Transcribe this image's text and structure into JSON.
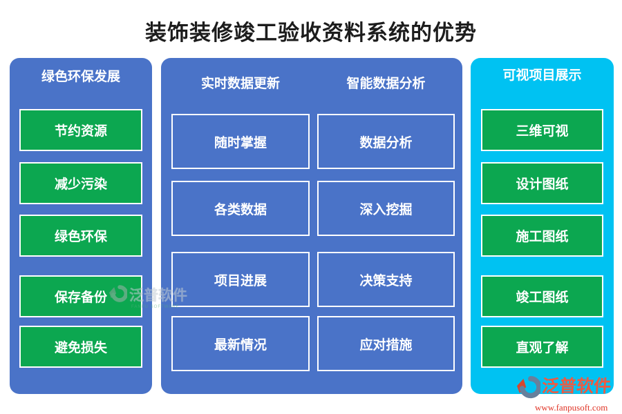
{
  "title": "装饰装修竣工验收资料系统的优势",
  "panels": {
    "left": {
      "header": "绿色环保发展",
      "items": [
        "节约资源",
        "减少污染",
        "绿色环保",
        "保存备份",
        "避免损失"
      ]
    },
    "middle": {
      "columns": [
        {
          "header": "实时数据更新",
          "items": [
            "随时掌握",
            "各类数据",
            "项目进展",
            "最新情况"
          ]
        },
        {
          "header": "智能数据分析",
          "items": [
            "数据分析",
            "深入挖掘",
            "决策支持",
            "应对措施"
          ]
        }
      ]
    },
    "right": {
      "header": "可视项目展示",
      "items": [
        "三维可视",
        "设计图纸",
        "施工图纸",
        "竣工图纸",
        "直观了解"
      ]
    }
  },
  "branding": {
    "logo_text": "泛普软件",
    "logo_url": "www.fanpusoft.com",
    "watermark_text": "泛普软件",
    "watermark_subtext": "FANPU SOFTWARE"
  },
  "colors": {
    "panel_blue": "#4a73c8",
    "panel_cyan": "#00c2f2",
    "button_green": "#0ca750",
    "border_white": "#ffffff",
    "title_text": "#1c1c1c",
    "logo_red": "#ee5a41",
    "logo_url_red": "#e03527",
    "logo_icon_slate": "#67809c",
    "logo_icon_red": "#d5472f"
  }
}
